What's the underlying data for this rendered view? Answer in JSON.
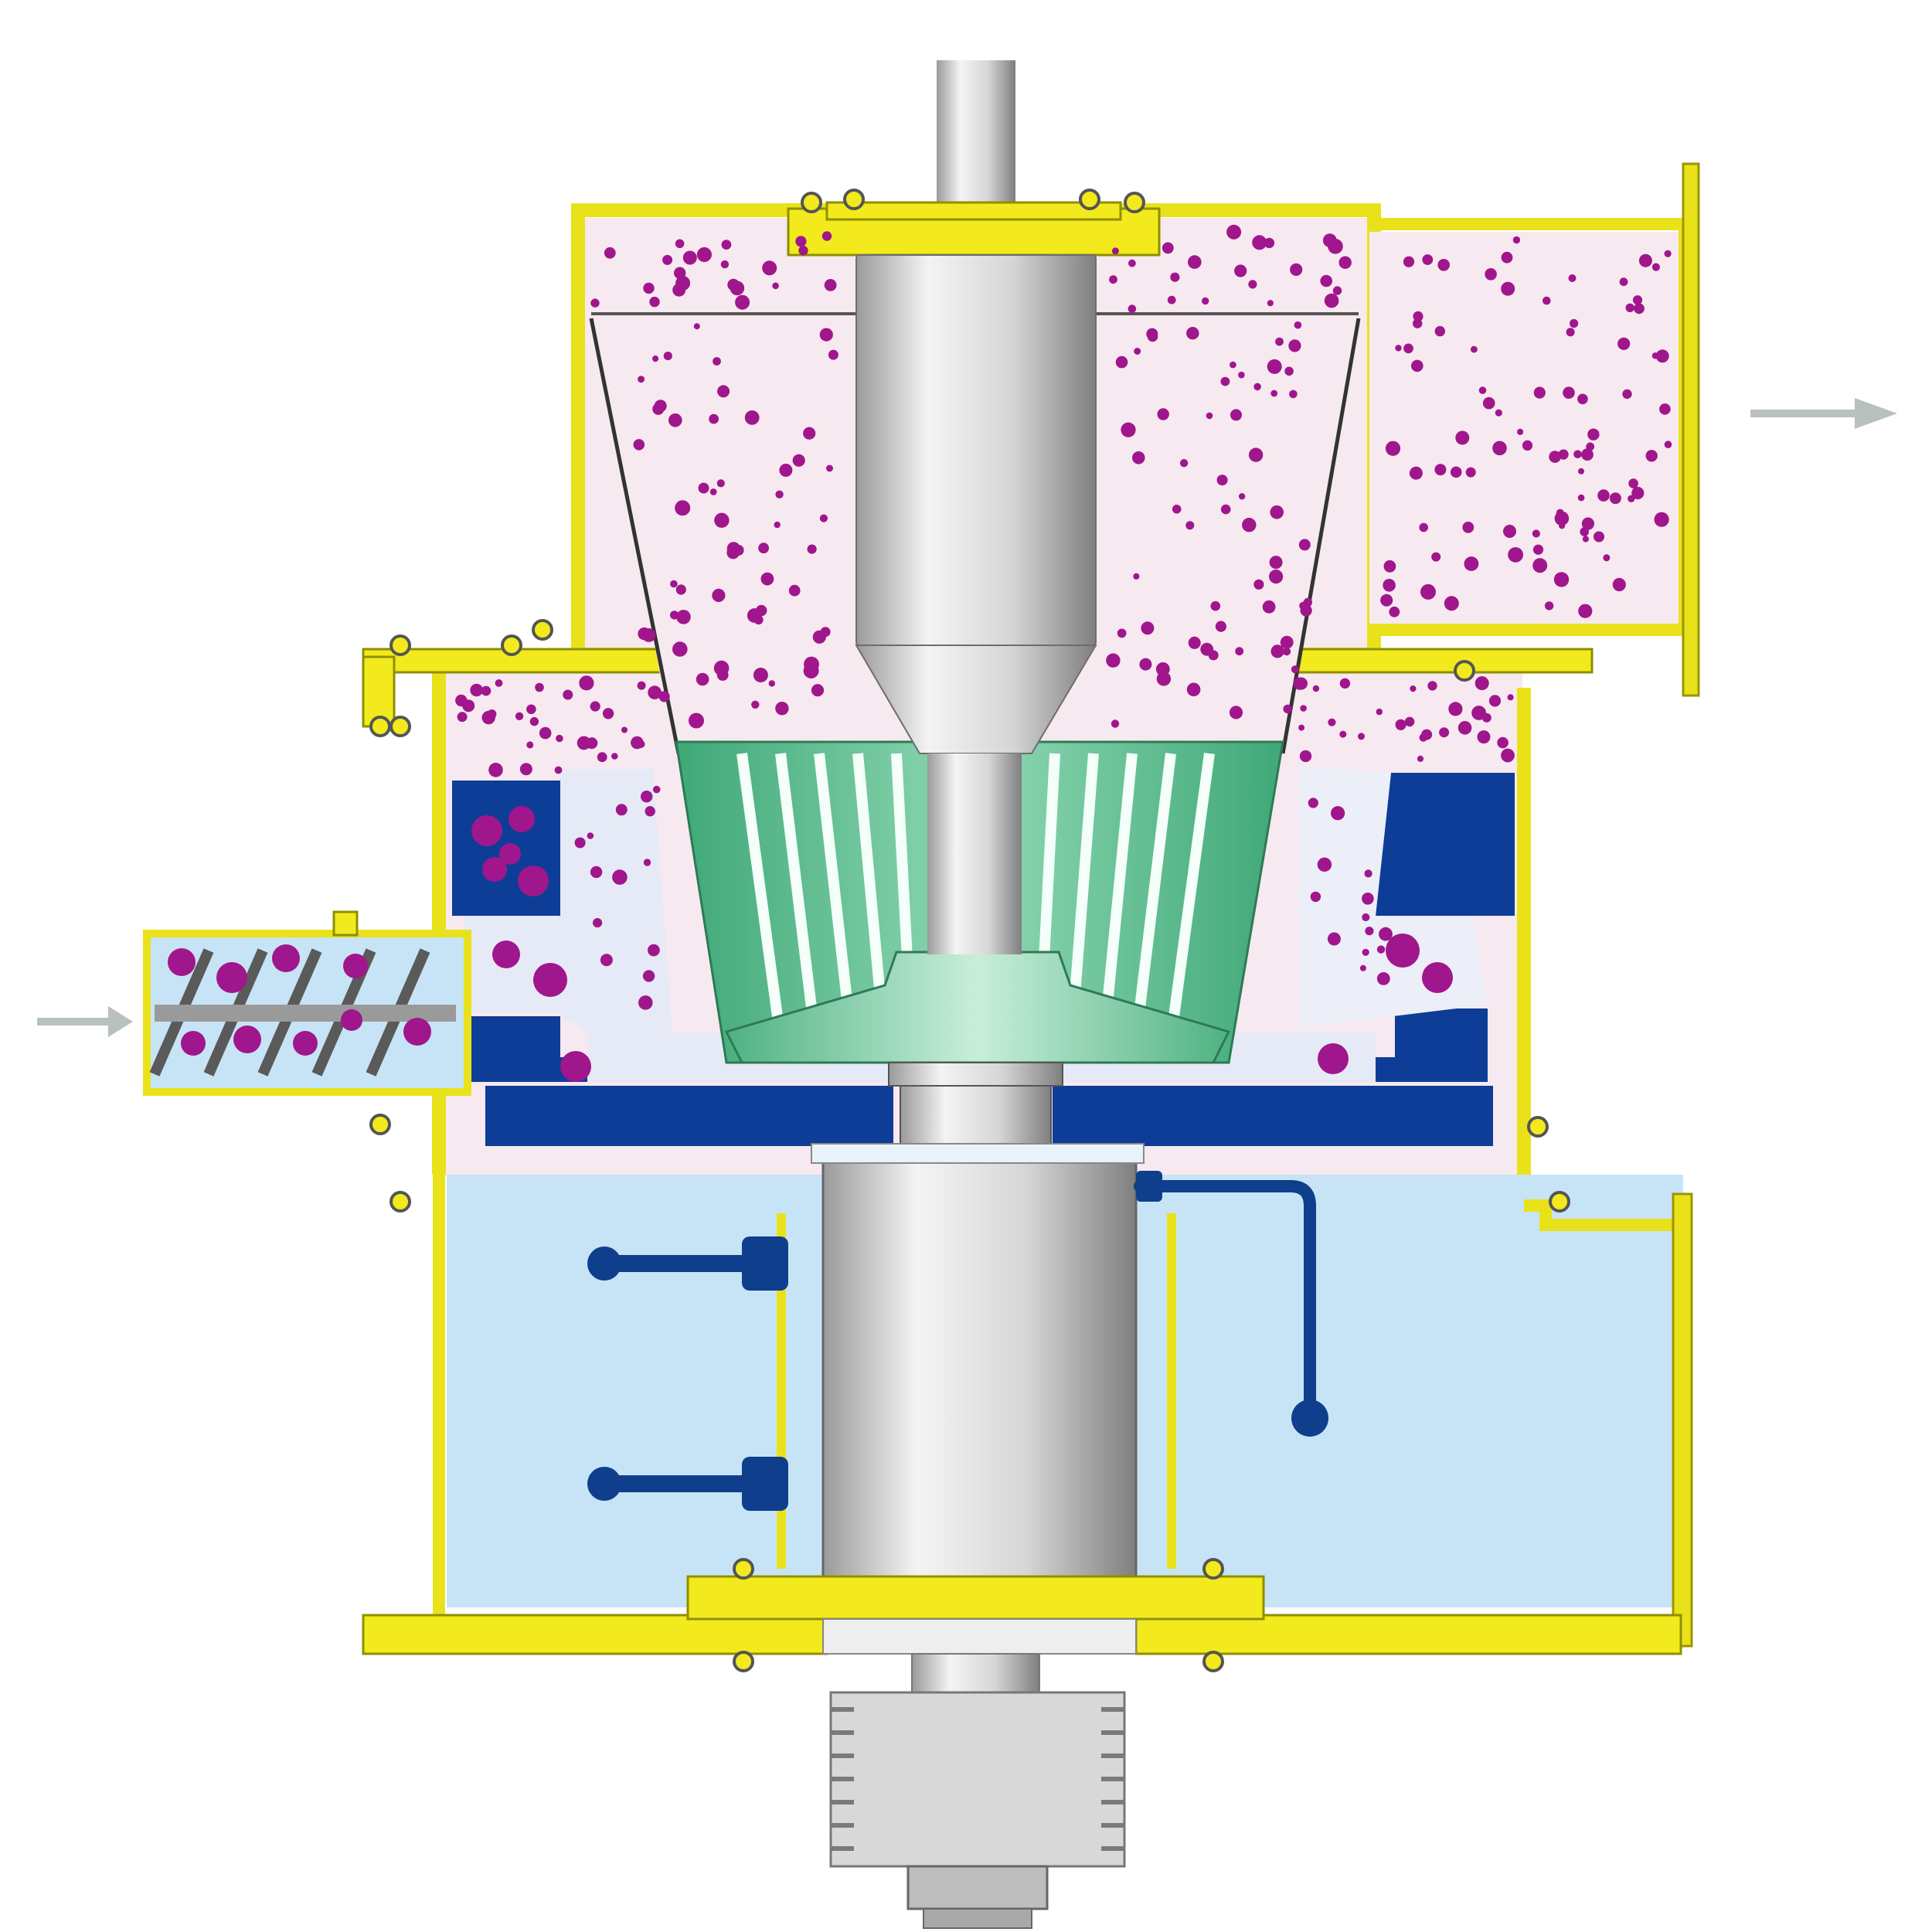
{
  "diagram": {
    "colors": {
      "housing": "#f2ea1c",
      "housing_stroke": "#8f8f00",
      "product_fill": "#f7e9f0",
      "particle": "#a0168c",
      "chamber": "#c7e4f6",
      "liner": "#0d3d96",
      "rotor": "#52b88a",
      "rotor_light": "#cfeedd",
      "shaft_light": "#f0f0f0",
      "shaft_dark": "#8a8a8a",
      "arrow": "#b8c0c0",
      "pipe": "#0f3e8c"
    },
    "components": [
      "drive-shaft",
      "classifier-housing",
      "classifier-cone",
      "product-outlet-duct",
      "screw-feeder",
      "grinding-rotor",
      "grinding-chamber-liner",
      "bearing-housing",
      "lubrication-lines",
      "drive-pulley"
    ],
    "flows": [
      {
        "name": "feed-inlet",
        "icon": "arrow-right-icon"
      },
      {
        "name": "product-outlet",
        "icon": "arrow-right-icon"
      }
    ]
  }
}
